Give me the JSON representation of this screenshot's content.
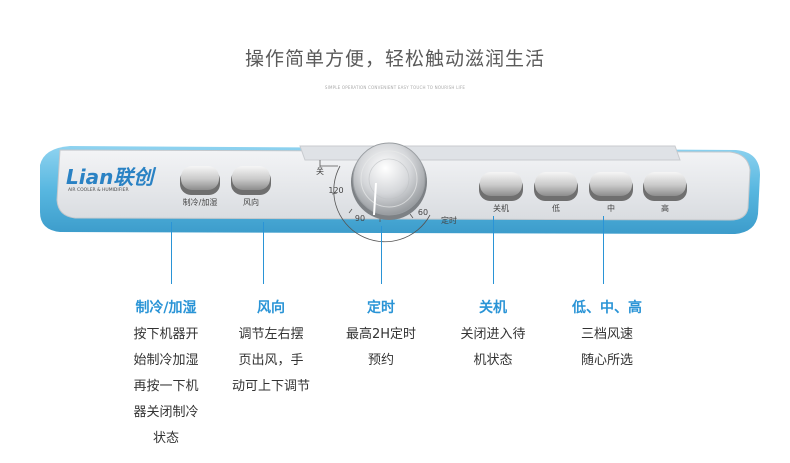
{
  "header": {
    "title": "操作简单方便，轻松触动滋润生活",
    "subtitle": "SIMPLE OPERATION CONVENIENT EASY TOUCH TO NOURISH LIFE"
  },
  "panel": {
    "brand_logo": "Lian联创",
    "brand_sub": "AIR COOLER & HUMIDIFIER",
    "buttons": [
      {
        "label": "制冷/加湿"
      },
      {
        "label": "风向"
      },
      {
        "label": "关机"
      },
      {
        "label": "低"
      },
      {
        "label": "中"
      },
      {
        "label": "高"
      }
    ],
    "timer": {
      "off_label": "关",
      "marks": [
        "120",
        "90",
        "60"
      ],
      "label": "定时"
    }
  },
  "features": [
    {
      "title": "制冷/加湿",
      "lines": [
        "按下机器开",
        "始制冷加湿",
        "再按一下机",
        "器关闭制冷",
        "状态"
      ]
    },
    {
      "title": "风向",
      "lines": [
        "调节左右摆",
        "页出风，手",
        "动可上下调节"
      ]
    },
    {
      "title": "定时",
      "lines": [
        "最高2H定时",
        "预约"
      ]
    },
    {
      "title": "关机",
      "lines": [
        "关闭进入待",
        "机状态"
      ]
    },
    {
      "title": "低、中、高",
      "lines": [
        "三档风速",
        "随心所选"
      ]
    }
  ],
  "colors": {
    "accent": "#2a94d6",
    "panel_blue": "#58b7e0",
    "panel_face": "#e9ebee"
  }
}
